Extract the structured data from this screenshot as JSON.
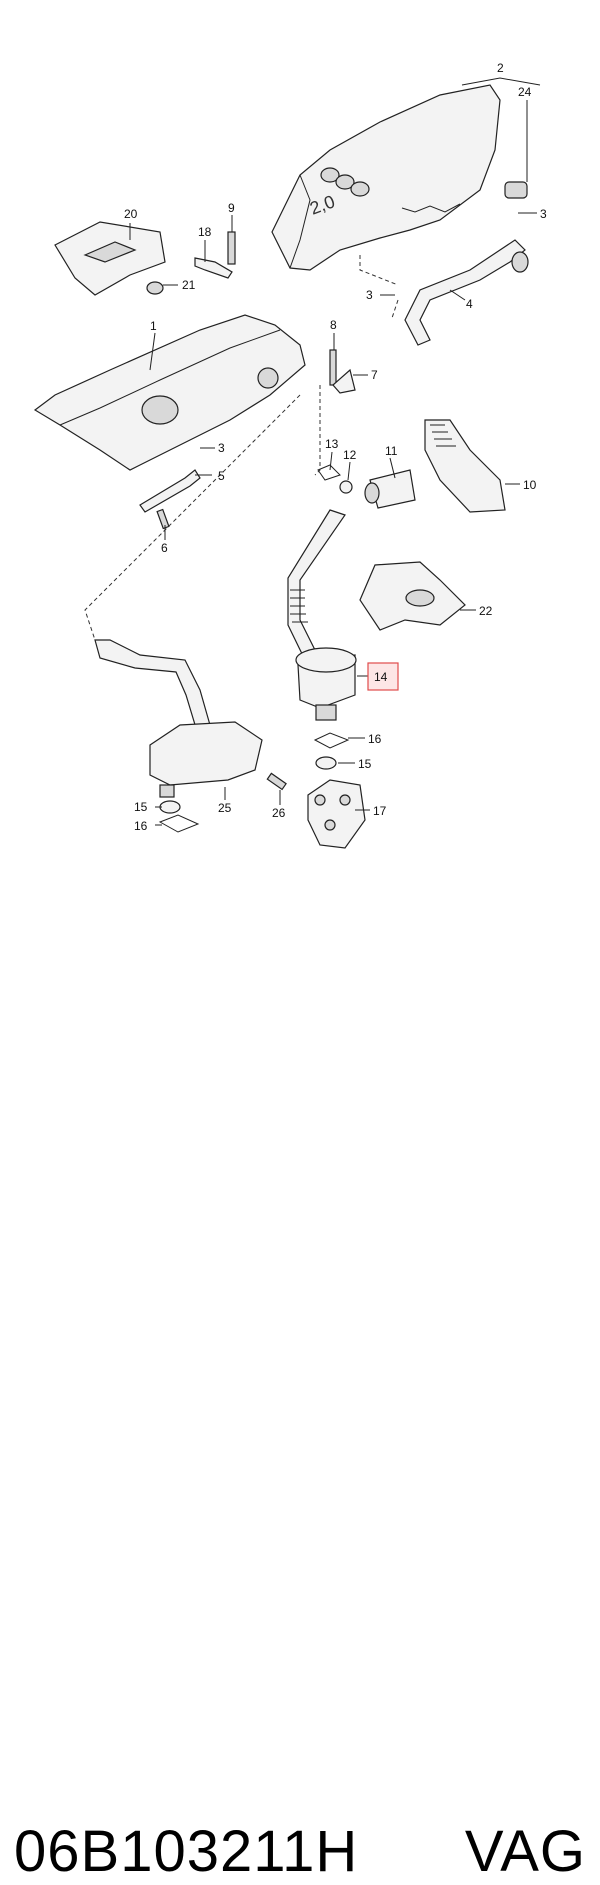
{
  "callouts": {
    "c1": "1",
    "c2": "2",
    "c3a": "3",
    "c3b": "3",
    "c3c": "3",
    "c4": "4",
    "c5": "5",
    "c6": "6",
    "c7": "7",
    "c8": "8",
    "c9": "9",
    "c10": "10",
    "c11": "11",
    "c12": "12",
    "c13": "13",
    "c14": "14",
    "c15a": "15",
    "c15b": "15",
    "c16a": "16",
    "c16b": "16",
    "c17": "17",
    "c18": "18",
    "c20": "20",
    "c21": "21",
    "c22": "22",
    "c24": "24",
    "c25": "25",
    "c26": "26"
  },
  "engine_label": "2,0",
  "footer": {
    "part_number": "06B103211H",
    "brand": "VAG"
  },
  "colors": {
    "highlight_fill": "#fde6e6",
    "highlight_border": "#e04b4b"
  }
}
